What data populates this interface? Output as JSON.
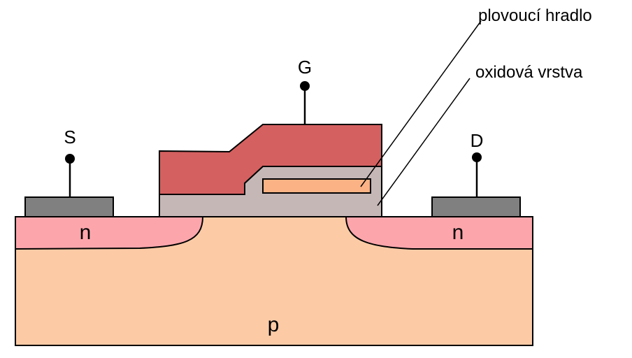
{
  "labels": {
    "source": "S",
    "gate": "G",
    "drain": "D",
    "n_left": "n",
    "n_right": "n",
    "substrate": "p",
    "floating_gate": "plovoucí hradlo",
    "oxide_layer": "oxidová vrstva"
  },
  "colors": {
    "substrate": "#fccba6",
    "n_region": "#fca6ac",
    "oxide": "#c6b7b7",
    "control_gate": "#d46060",
    "floating_gate": "#fbb284",
    "contact": "#808080",
    "outline": "#000000"
  }
}
